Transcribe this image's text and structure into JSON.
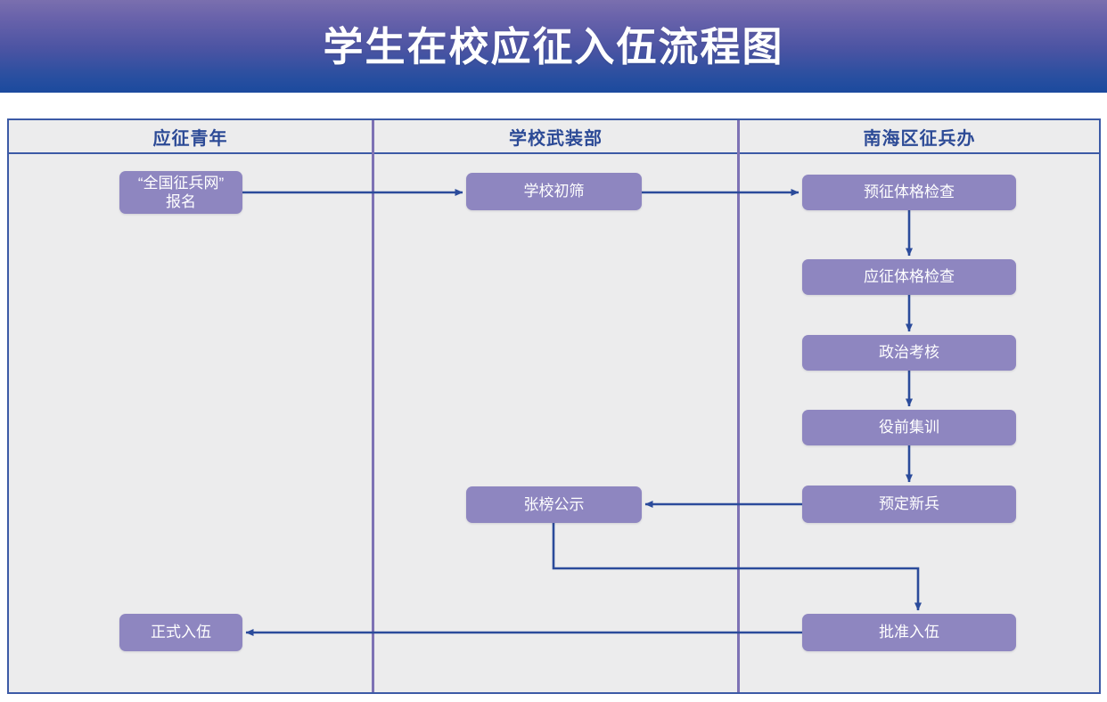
{
  "banner": {
    "title": "学生在校应征入伍流程图"
  },
  "table": {
    "columns": [
      {
        "id": "youth",
        "header": "应征青年"
      },
      {
        "id": "school",
        "header": "学校武装部"
      },
      {
        "id": "office",
        "header": "南海区征兵办"
      }
    ]
  },
  "nodes": {
    "register": {
      "line1": "“全国征兵网”",
      "line2": "报名",
      "column": "youth"
    },
    "screen": {
      "label": "学校初筛",
      "column": "school"
    },
    "prephys": {
      "label": "预征体格检查",
      "column": "office"
    },
    "physical": {
      "label": "应征体格检查",
      "column": "office"
    },
    "political": {
      "label": "政治考核",
      "column": "office"
    },
    "training": {
      "label": "役前集训",
      "column": "office"
    },
    "recruit": {
      "label": "预定新兵",
      "column": "office"
    },
    "publicity": {
      "label": "张榜公示",
      "column": "school"
    },
    "approve": {
      "label": "批准入伍",
      "column": "office"
    },
    "enlist": {
      "label": "正式入伍",
      "column": "youth"
    }
  },
  "edges": [
    {
      "from": "register",
      "to": "screen",
      "kind": "horizontal-right"
    },
    {
      "from": "screen",
      "to": "prephys",
      "kind": "horizontal-right"
    },
    {
      "from": "prephys",
      "to": "physical",
      "kind": "vertical-down"
    },
    {
      "from": "physical",
      "to": "political",
      "kind": "vertical-down"
    },
    {
      "from": "political",
      "to": "training",
      "kind": "vertical-down"
    },
    {
      "from": "training",
      "to": "recruit",
      "kind": "vertical-down"
    },
    {
      "from": "recruit",
      "to": "publicity",
      "kind": "horizontal-left"
    },
    {
      "from": "publicity",
      "to": "approve",
      "kind": "elbow-down-right-down"
    },
    {
      "from": "approve",
      "to": "enlist",
      "kind": "horizontal-left"
    }
  ],
  "colors": {
    "banner_top": "#7a6fae",
    "banner_bottom": "#1b4a9e",
    "node_fill": "#8e86c0",
    "node_text": "#ffffff",
    "header_text": "#2c4a96",
    "table_border": "#3c5aa6",
    "column_divider": "#7e72b5",
    "arrow": "#2b4b9b",
    "canvas_bg": "#ececed"
  }
}
